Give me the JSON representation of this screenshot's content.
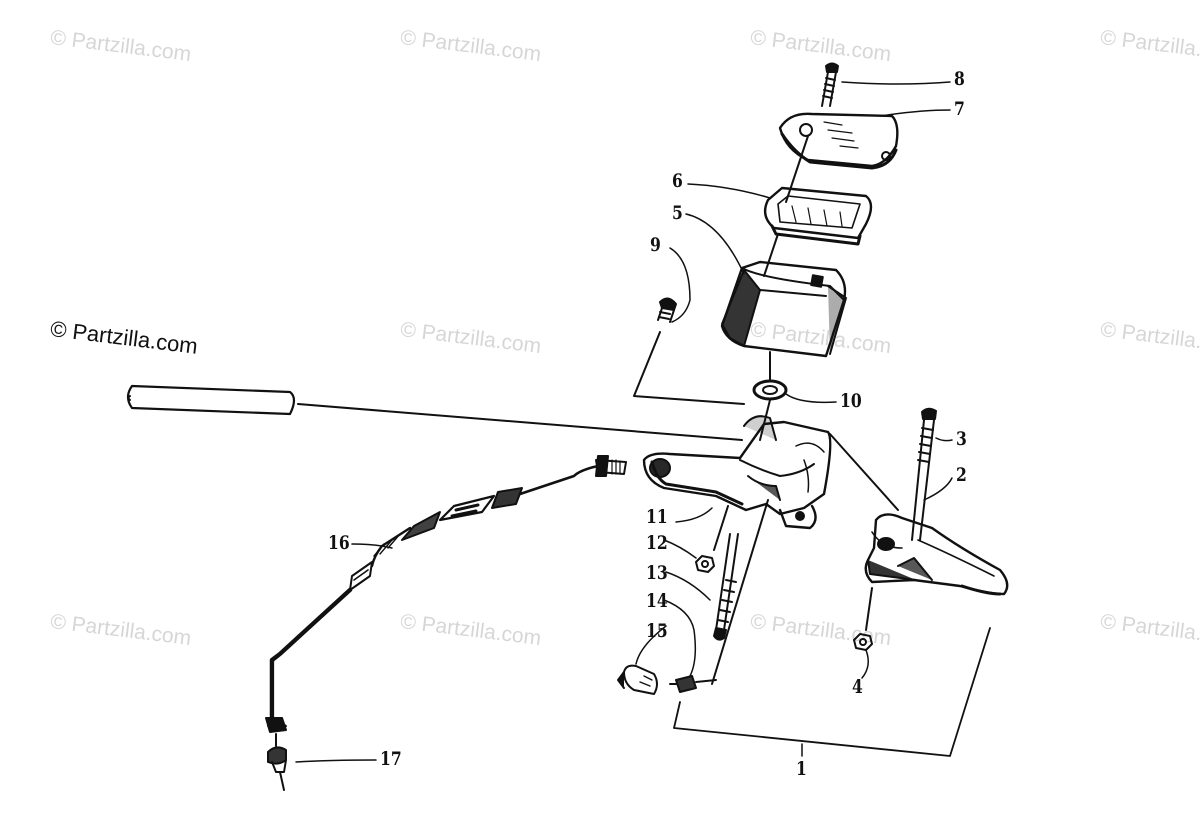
{
  "diagram": {
    "watermark_text": "© Partzilla.com",
    "callouts": [
      "1",
      "2",
      "3",
      "4",
      "5",
      "6",
      "7",
      "8",
      "9",
      "10",
      "11",
      "12",
      "13",
      "14",
      "15",
      "16",
      "17"
    ]
  },
  "colors": {
    "ink": "#111111",
    "watermark": "#d6d6d6",
    "background": "#ffffff"
  }
}
